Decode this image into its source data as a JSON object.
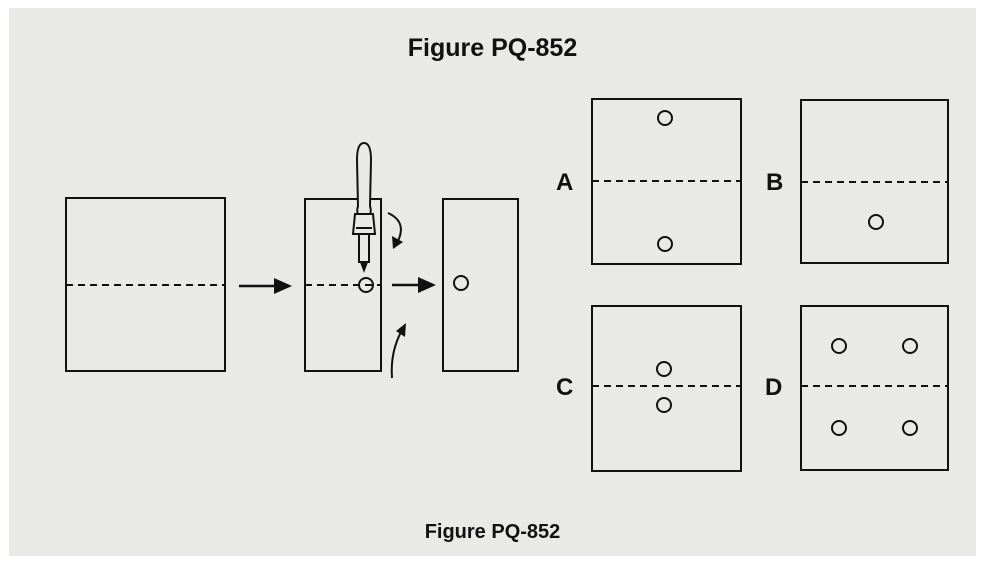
{
  "figure": {
    "title_top": "Figure PQ-852",
    "title_bottom": "Figure PQ-852"
  },
  "options": [
    {
      "label": "A"
    },
    {
      "label": "B"
    },
    {
      "label": "C"
    },
    {
      "label": "D"
    }
  ],
  "colors": {
    "background": "#e9e9e6",
    "ink": "#111111"
  },
  "icons": [
    "right-arrow-icon",
    "hole-punch-icon",
    "fold-arrow-icon",
    "punched-hole-icon"
  ]
}
